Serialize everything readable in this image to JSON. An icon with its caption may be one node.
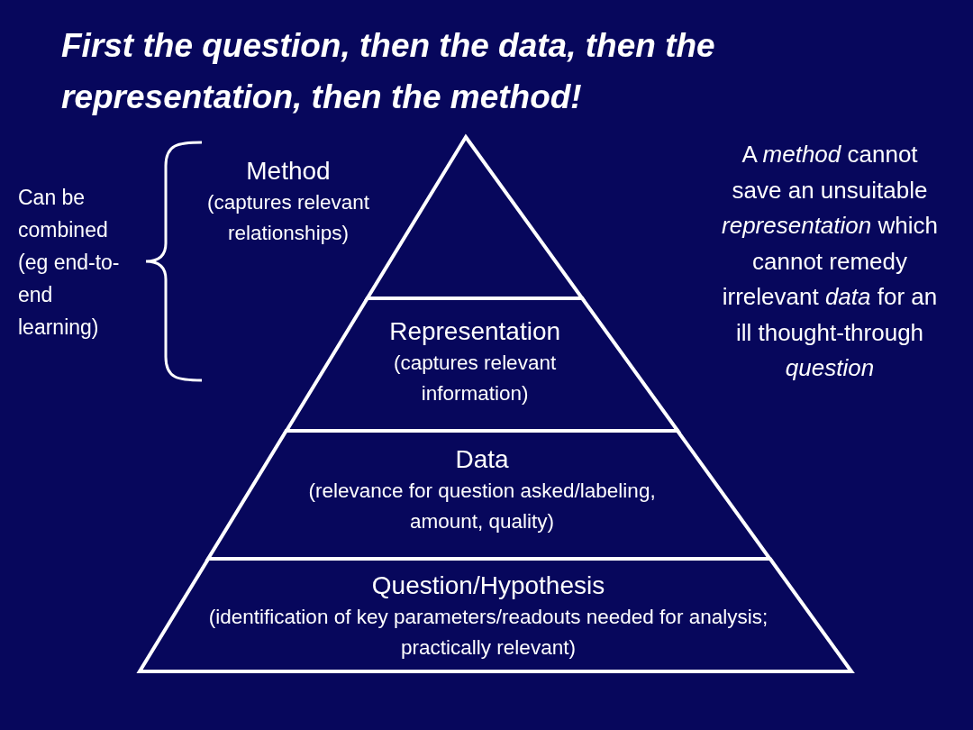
{
  "diagram": {
    "title": "First the question, then the data, then the representation, then the method!",
    "nodes": [
      {
        "text": [
          "Method",
          "(captures relevant relationships)"
        ]
      },
      {
        "text": [
          "Representation",
          "(captures relevant information)"
        ]
      },
      {
        "text": [
          "Data",
          "(relevance for question asked/labeling, amount, quality)"
        ]
      },
      {
        "text": [
          "Question/Hypothesis",
          "(identification of key parameters/readouts needed for analysis; practically relevant)"
        ]
      }
    ],
    "edges": [],
    "labels": [
      "Can be combined (eg end-to-end learning)",
      "A *method* cannot save an unsuitable *representation* which cannot remedy irrelevant *data* for an ill thought-through *question*"
    ]
  }
}
